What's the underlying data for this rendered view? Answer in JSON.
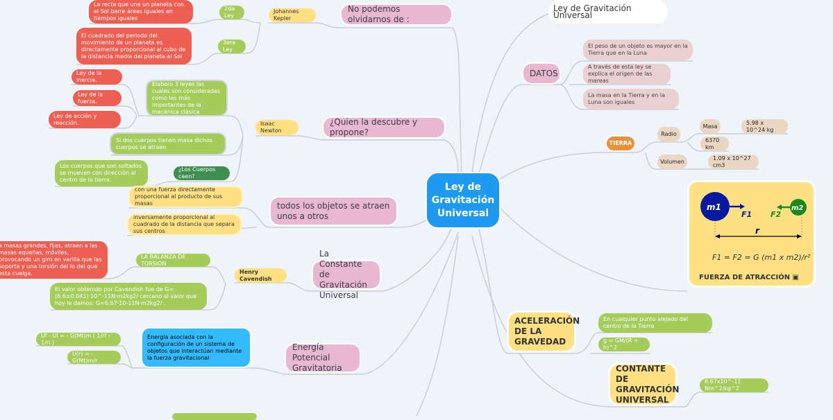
{
  "center": "Ley de Gravitación Universal",
  "right": {
    "title_node": "Ley de Gravitación Universal",
    "datos": {
      "label": "DATOS",
      "items": [
        "El peso de un objeto es mayor en la Tierra que en la Luna",
        "A través de esta ley se explica el origen de las mareas",
        "La masa en la Tierra y en la Luna son iguales"
      ]
    },
    "tierra": {
      "label": "TIERRA",
      "radio": "Radio",
      "masa": "Masa",
      "masa_val": "5.98 x 10^24 kg",
      "radio_val": "6370 km",
      "volumen": "Volumen",
      "volumen_val": "1.09 x 10^27 cm3"
    },
    "fuerza": {
      "caption": "FUERZA DE ATRACCIÓN",
      "m1": "m1",
      "m2": "m2",
      "f1": "F1",
      "f2": "F2",
      "r": "r",
      "formula": "F1 = F2 = G (m1 x m2)/r²"
    },
    "aceleracion": {
      "label": "ACELERACIÓN DE LA GRAVEDAD",
      "items": [
        "En cualquier punto alejado del centro de la Tierra",
        "g = GM/(R + h)^2"
      ]
    },
    "constante": {
      "label": "CONTANTE DE GRAVITACIÓN UNIVERSAL",
      "value": "6.67x10^-11 Nm^2/kg^2"
    }
  },
  "left": {
    "olvidar": {
      "label": "No podemos olvidarnos de :",
      "kepler": "Johannes Kepler",
      "ley2": "2da Ley",
      "ley2_text": "La recta que une un planeta con el Sol barre áreas iguales en tiempos iguales",
      "ley3": "3era Ley",
      "ley3_text": "El cuadrado del periodo del movimiento de un planeta es directamente proporcional al cubo de la distancia media del planeta al Sol"
    },
    "quien": {
      "label": "¿Quien la descubre y propone?",
      "newton": "Isaac Newton",
      "elaboro": "Elaboro 3 leyes las cuales son consideradas como las más importantes de la mecánica clásica",
      "leyes": [
        "Ley de la inercia.",
        "Ley de la fuerza.",
        "Ley de acción y reacción."
      ],
      "sidos": "Si dos cuerpos tienen masa dichos cuerpos se atraen",
      "caen": "¿Los Cuerpos caen?",
      "caen_text": "Los cuerpos que son soltados se mueven con dirección al centro de la tierra."
    },
    "todos": {
      "label": "todos los objetos se atraen unos a otros",
      "items": [
        "con una fuerza directamente proporcional al producto de sus masas",
        "inversamente proporcional al cuadrado de la distancia que separa sus centros"
      ]
    },
    "constante": {
      "label": "La Constante de Gravitación Universal",
      "cavendish": "Henry Cavendish",
      "balanza": "LA BALANZA DE TORSIÓN",
      "balanza_text": "a masas grandes, fijas, atraen a las masas equeñas, móviles, provocando un giro en varilla que las soporta y una torsión del lo del que esta cuelga.",
      "valor": "El valor obtenido por Cavendish fue de G=(6.6±0.041)·10^-11N·m2kg2/ cercano al valor que hoy le damos: G=6.67·10-11N·m2kg2/ ."
    },
    "energia": {
      "label": "Energía Potencial Gravitatoria",
      "def": "Energía asociada con la configuración de un sistema de objetos que interactúan mediante la fuerza gravitacional",
      "f1": "Uf - Ui = - G(Mt)m ( 1/rf - 1/ri )",
      "f2": "U(r) = - G(Mt)m/r"
    }
  },
  "colors": {
    "center": "#1e9bf0",
    "pink": "#e8b8d0",
    "yellow": "#ffe082",
    "green": "#a5cc5b",
    "red": "#ec5f52",
    "blue": "#33bbff",
    "orange": "#e8913a"
  }
}
